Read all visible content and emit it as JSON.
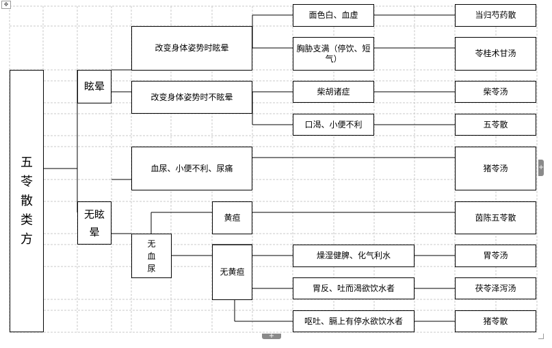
{
  "diagram": {
    "root": "五苓散类方",
    "dizzy": "眩晕",
    "not_dizzy": "无眩晕",
    "change_posture_dizzy": "改变身体姿势时眩晕",
    "change_posture_not_dizzy": "改变身体姿势时不眩晕",
    "hematuria": "血尿、小便不利、尿痛",
    "no_hematuria": "无血尿",
    "jaundice": "黄疸",
    "no_jaundice": "无黄疸",
    "pale_blood_deficiency": "面色白、血虚",
    "chest_fullness": "胸胁支满（停饮、短气）",
    "bupleurum_syndrome": "柴胡诸症",
    "thirst_dysuria": "口渴、小便不利",
    "dry_dampness": "燥湿健脾、化气利水",
    "stomach_reflux": "胃反、吐而渴欲饮水者",
    "vomiting": "呕吐、膈上有停水欲饮水者",
    "formula_danggui": "当归芍药散",
    "formula_linggui": "苓桂术甘汤",
    "formula_chailing": "柴苓汤",
    "formula_wuling": "五苓散",
    "formula_zhuling_1": "猪苓汤",
    "formula_yinchen": "茵陈五苓散",
    "formula_weiling": "胃苓汤",
    "formula_fuling_zexie": "茯苓泽泻汤",
    "formula_zhuling_2": "猪苓散"
  },
  "controls": {
    "move_handle_icon": "move-icon",
    "add_row_icon": "plus-icon",
    "add_column_icon": "plus-icon",
    "add_symbol": "+"
  }
}
